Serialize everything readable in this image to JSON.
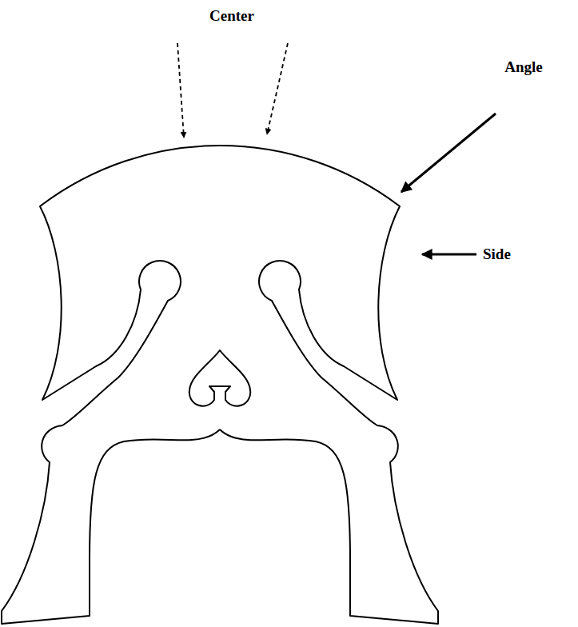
{
  "diagram": {
    "labels": [
      "Center",
      "Angle",
      "Side"
    ]
  }
}
